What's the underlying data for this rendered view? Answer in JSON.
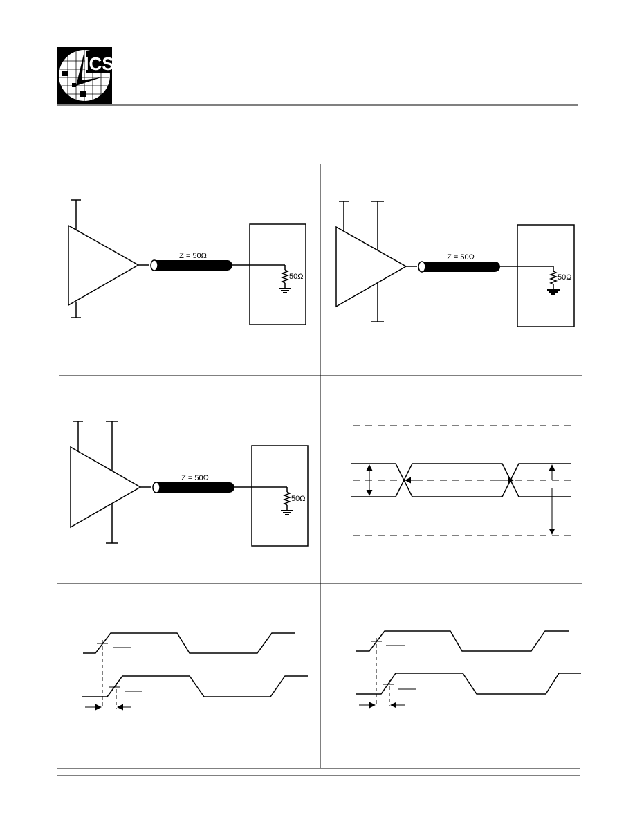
{
  "header": {
    "logo_text": "ICS"
  },
  "panels": {
    "panel_1": {
      "line_label": "Z = 50Ω",
      "resistor_label": "50Ω"
    },
    "panel_2": {
      "line_label": "Z = 50Ω",
      "resistor_label": "50Ω"
    },
    "panel_3": {
      "line_label": "Z = 50Ω",
      "resistor_label": "50Ω"
    }
  },
  "colors": {
    "ink": "#000000",
    "background": "#ffffff"
  },
  "icons": [
    "logo-icon",
    "buffer-triangle-icon",
    "coax-cable-icon",
    "resistor-icon",
    "ground-icon",
    "arrow-icon"
  ]
}
